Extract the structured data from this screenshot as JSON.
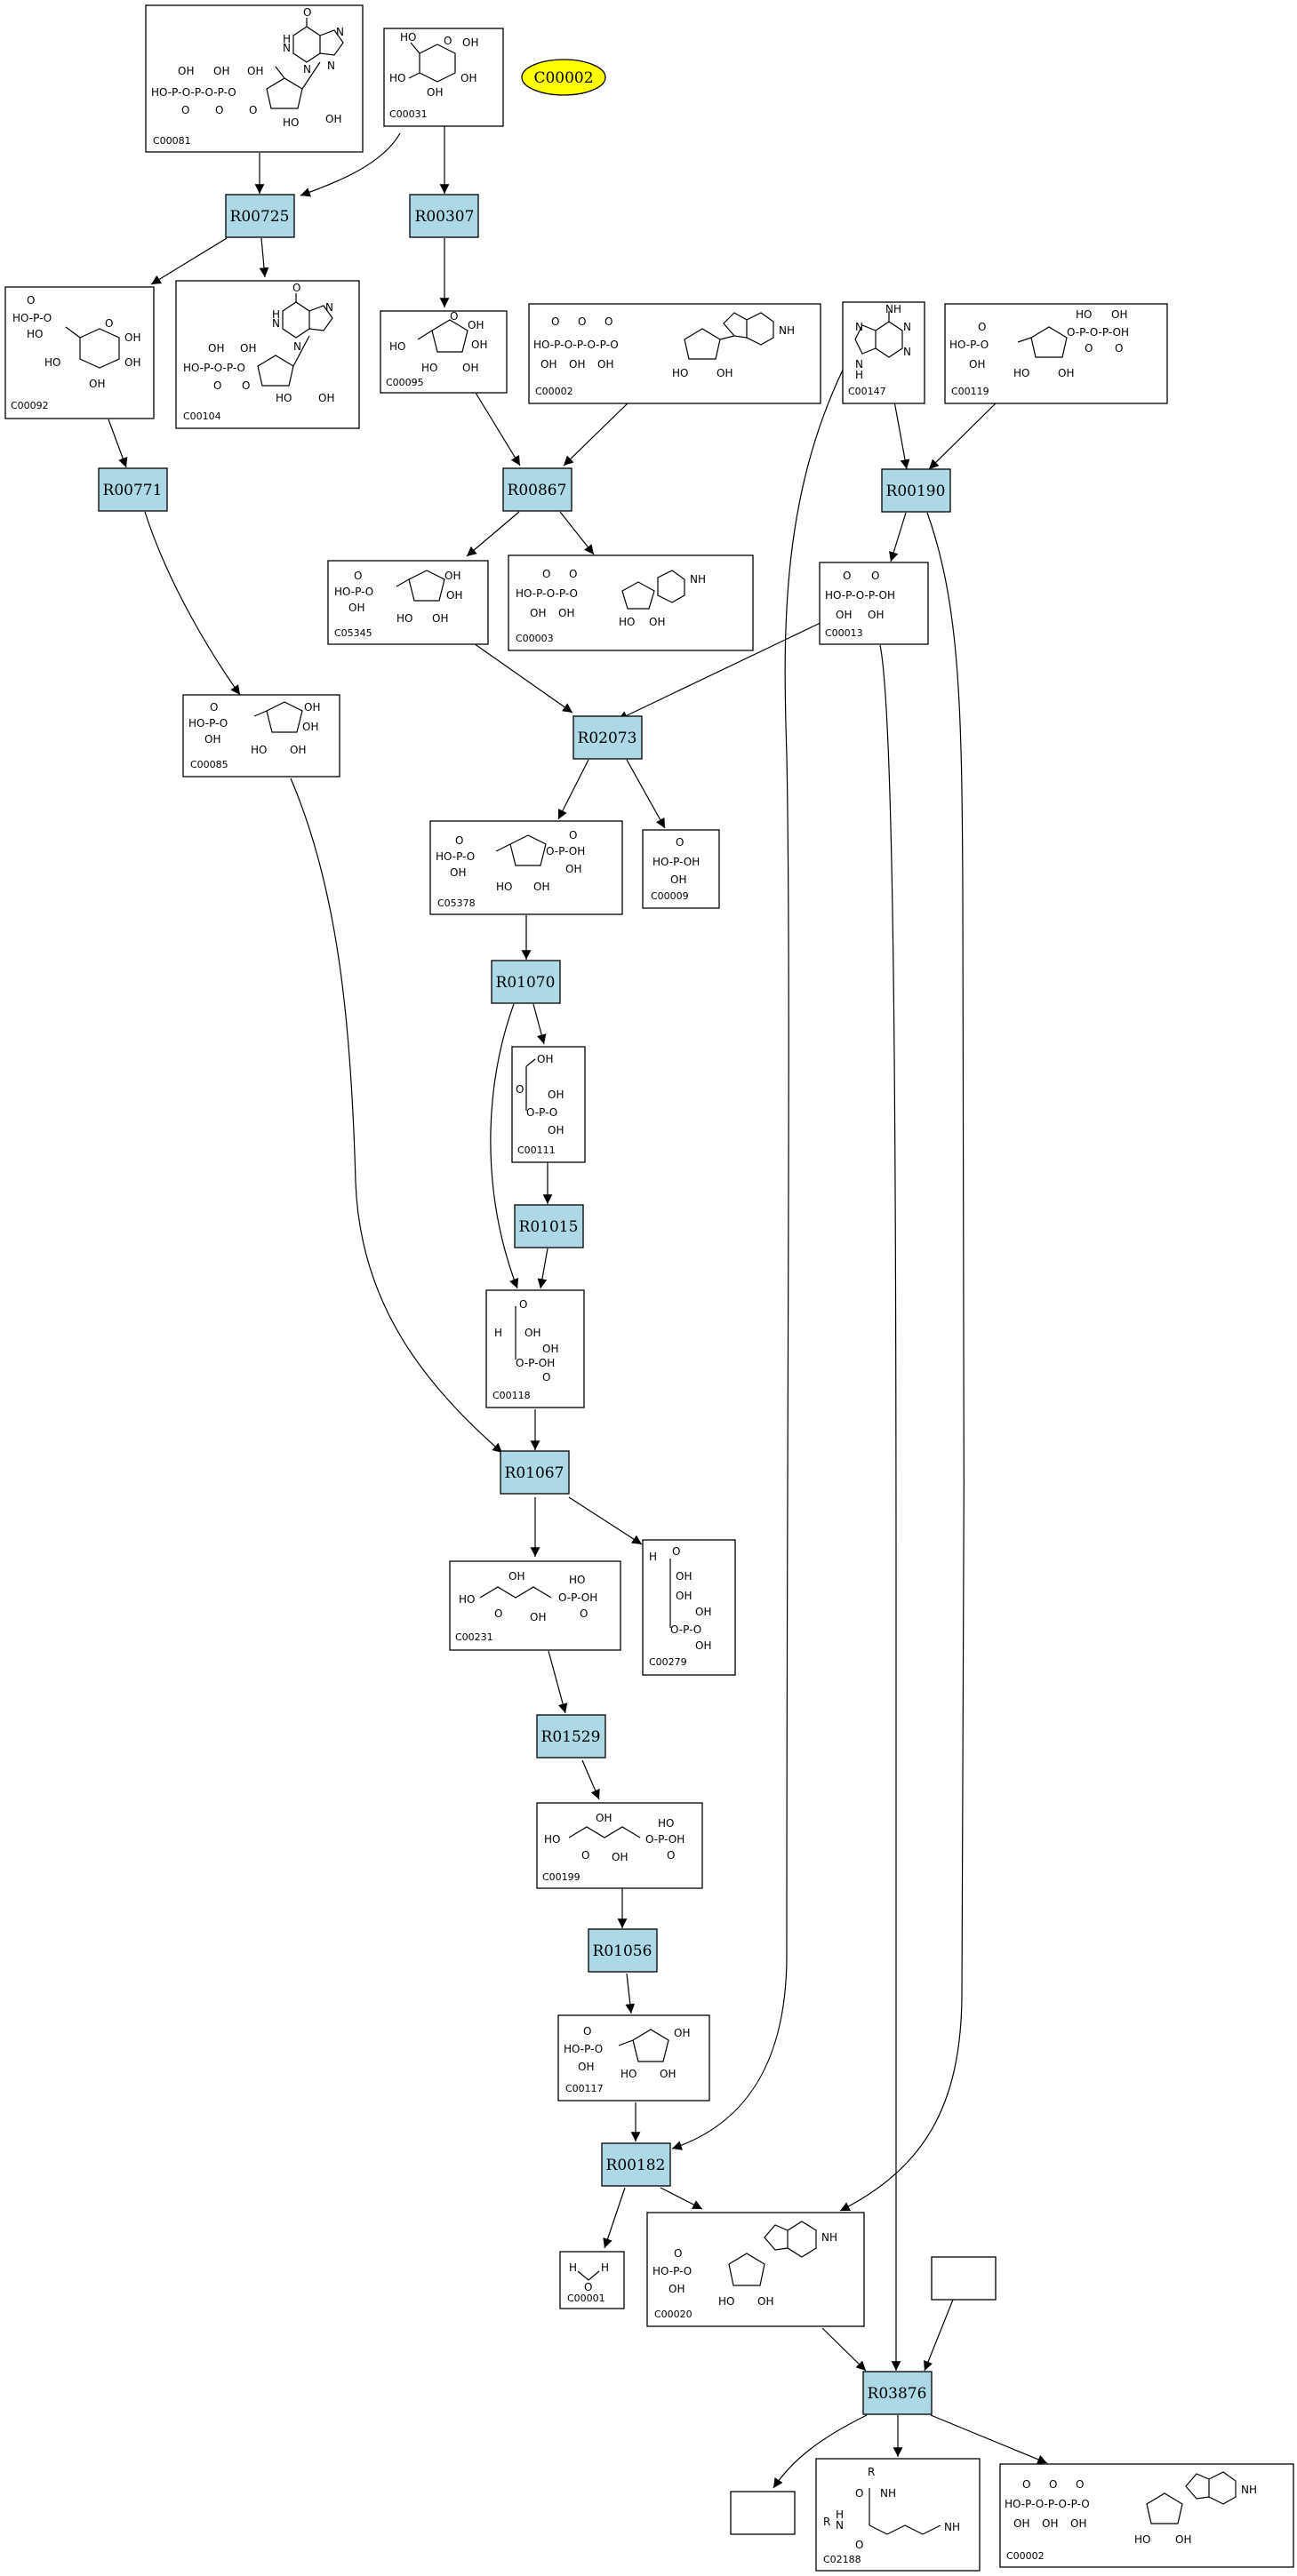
{
  "diagram": {
    "highlight": {
      "id": "C00002",
      "color": "#ffff00"
    },
    "reaction_color": "#add8e6",
    "reactions": [
      "R00725",
      "R00307",
      "R00771",
      "R00867",
      "R00190",
      "R02073",
      "R01070",
      "R01015",
      "R01067",
      "R01529",
      "R01056",
      "R00182",
      "R03876"
    ],
    "compounds": [
      {
        "id": "C00081"
      },
      {
        "id": "C00031"
      },
      {
        "id": "C00092"
      },
      {
        "id": "C00104"
      },
      {
        "id": "C00095"
      },
      {
        "id": "C00002"
      },
      {
        "id": "C00147"
      },
      {
        "id": "C00119"
      },
      {
        "id": "C05345"
      },
      {
        "id": "C00003"
      },
      {
        "id": "C00013"
      },
      {
        "id": "C00085"
      },
      {
        "id": "C05378"
      },
      {
        "id": "C00009"
      },
      {
        "id": "C00111"
      },
      {
        "id": "C00118"
      },
      {
        "id": "C00231"
      },
      {
        "id": "C00279"
      },
      {
        "id": "C00199"
      },
      {
        "id": "C00117"
      },
      {
        "id": "C00001"
      },
      {
        "id": "C00020"
      },
      {
        "id": "C02188"
      },
      {
        "id": "C00002"
      },
      {
        "id": ""
      },
      {
        "id": ""
      }
    ],
    "edges": [
      [
        "C00081",
        "R00725"
      ],
      [
        "C00031",
        "R00725"
      ],
      [
        "R00725",
        "C00092"
      ],
      [
        "R00725",
        "C00104"
      ],
      [
        "C00031",
        "R00307"
      ],
      [
        "R00307",
        "C00095"
      ],
      [
        "C00092",
        "R00771"
      ],
      [
        "R00771",
        "C00085"
      ],
      [
        "C00095",
        "R00867"
      ],
      [
        "C00002",
        "R00867"
      ],
      [
        "R00867",
        "C05345"
      ],
      [
        "R00867",
        "C00003"
      ],
      [
        "C00147",
        "R00190"
      ],
      [
        "C00119",
        "R00190"
      ],
      [
        "R00190",
        "C00013"
      ],
      [
        "C05345",
        "R02073"
      ],
      [
        "C00013",
        "R02073"
      ],
      [
        "R02073",
        "C05378"
      ],
      [
        "R02073",
        "C00009"
      ],
      [
        "C05378",
        "R01070"
      ],
      [
        "R01070",
        "C00111"
      ],
      [
        "R01070",
        "C00118"
      ],
      [
        "C00111",
        "R01015"
      ],
      [
        "R01015",
        "C00118"
      ],
      [
        "C00085",
        "R01067"
      ],
      [
        "C00118",
        "R01067"
      ],
      [
        "R01067",
        "C00231"
      ],
      [
        "R01067",
        "C00279"
      ],
      [
        "C00231",
        "R01529"
      ],
      [
        "R01529",
        "C00199"
      ],
      [
        "C00199",
        "R01056"
      ],
      [
        "R01056",
        "C00117"
      ],
      [
        "C00147",
        "R00182"
      ],
      [
        "C00117",
        "R00182"
      ],
      [
        "R00182",
        "C00001"
      ],
      [
        "R00182",
        "C00020"
      ],
      [
        "R00190",
        "C00020"
      ],
      [
        "C00013",
        "R03876"
      ],
      [
        "C00020",
        "R03876"
      ],
      [
        "blank1",
        "R03876"
      ],
      [
        "R03876",
        "blank2"
      ],
      [
        "R03876",
        "C02188"
      ],
      [
        "R03876",
        "C00002b"
      ]
    ]
  }
}
